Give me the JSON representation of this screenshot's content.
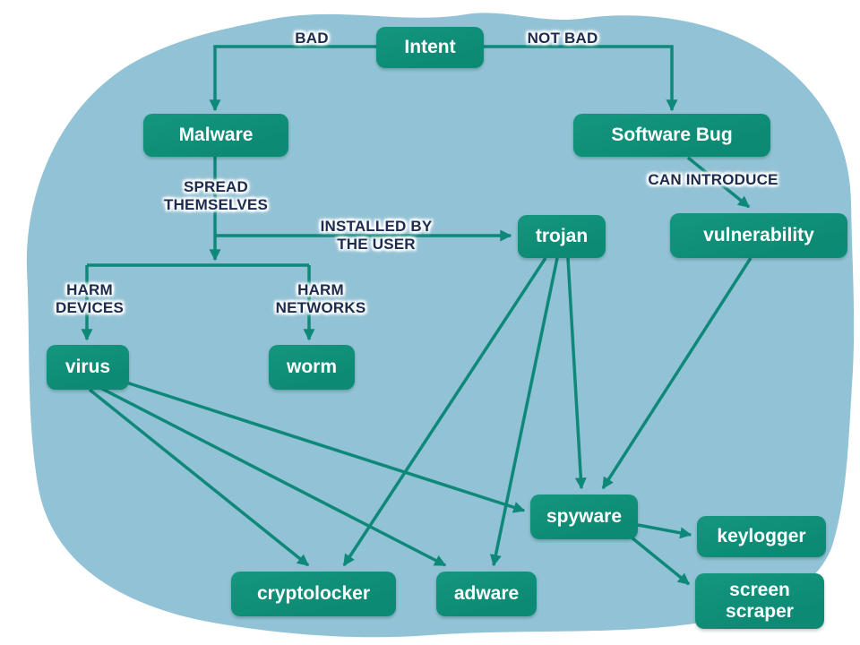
{
  "nodes": {
    "intent": "Intent",
    "malware": "Malware",
    "software_bug": "Software Bug",
    "trojan": "trojan",
    "vulnerability": "vulnerability",
    "virus": "virus",
    "worm": "worm",
    "spyware": "spyware",
    "keylogger": "keylogger",
    "screen_scraper": "screen scraper",
    "cryptolocker": "cryptolocker",
    "adware": "adware"
  },
  "edges": [
    {
      "from": "Intent",
      "to": "Malware",
      "label": "BAD"
    },
    {
      "from": "Intent",
      "to": "Software Bug",
      "label": "NOT BAD"
    },
    {
      "from": "Malware",
      "to": "virus / worm",
      "label": "SPREAD THEMSELVES"
    },
    {
      "from": "Malware",
      "to": "trojan",
      "label": "INSTALLED BY THE USER"
    },
    {
      "from": "Software Bug",
      "to": "vulnerability",
      "label": "CAN INTRODUCE"
    },
    {
      "from": "Malware",
      "to": "virus",
      "label": "HARM DEVICES"
    },
    {
      "from": "Malware",
      "to": "worm",
      "label": "HARM NETWORKS"
    },
    {
      "from": "virus",
      "to": "cryptolocker",
      "label": ""
    },
    {
      "from": "virus",
      "to": "adware",
      "label": ""
    },
    {
      "from": "virus",
      "to": "spyware",
      "label": ""
    },
    {
      "from": "trojan",
      "to": "cryptolocker",
      "label": ""
    },
    {
      "from": "trojan",
      "to": "adware",
      "label": ""
    },
    {
      "from": "trojan",
      "to": "spyware",
      "label": ""
    },
    {
      "from": "vulnerability",
      "to": "spyware",
      "label": ""
    },
    {
      "from": "spyware",
      "to": "keylogger",
      "label": ""
    },
    {
      "from": "spyware",
      "to": "screen_scraper",
      "label": ""
    }
  ],
  "colors": {
    "node_fill": "#0d8a74",
    "node_fill_light": "#14967f",
    "node_text": "#ffffff",
    "arrow_color": "#0e8878",
    "blob_color": "#92c2d5",
    "label_text": "#1c2c4f",
    "page_bg": "#ffffff"
  }
}
